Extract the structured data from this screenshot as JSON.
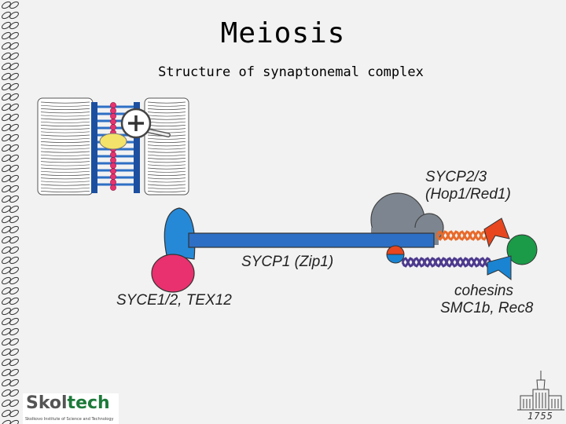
{
  "slide": {
    "title": "Meiosis",
    "subtitle": "Structure of synaptonemal complex"
  },
  "labels": {
    "sycp23_line1": "SYCP2/3",
    "sycp23_line2": "(Hop1/Red1)",
    "sycp1": "SYCP1 (Zip1)",
    "syce": "SYCE1/2, TEX12",
    "cohesins_line1": "cohesins",
    "cohesins_line2": "SMC1b, Rec8"
  },
  "colors": {
    "sycp1_bar": "#2d6fc4",
    "central_element": "#2589d8",
    "syce_pink": "#e8316e",
    "sycp23_gray": "#7d8690",
    "cohesin_red": "#e8461e",
    "cohesin_green": "#1b9a48",
    "cohesin_blue": "#1a84d2",
    "chromatin_orange": "#e86a2a",
    "chromatin_purple": "#4d3a8e"
  },
  "logo": {
    "word_a": "Skol",
    "word_b": "tech",
    "tagline": "Skolkovo Institute of Science and Technology"
  },
  "footer": {
    "year": "1755"
  }
}
